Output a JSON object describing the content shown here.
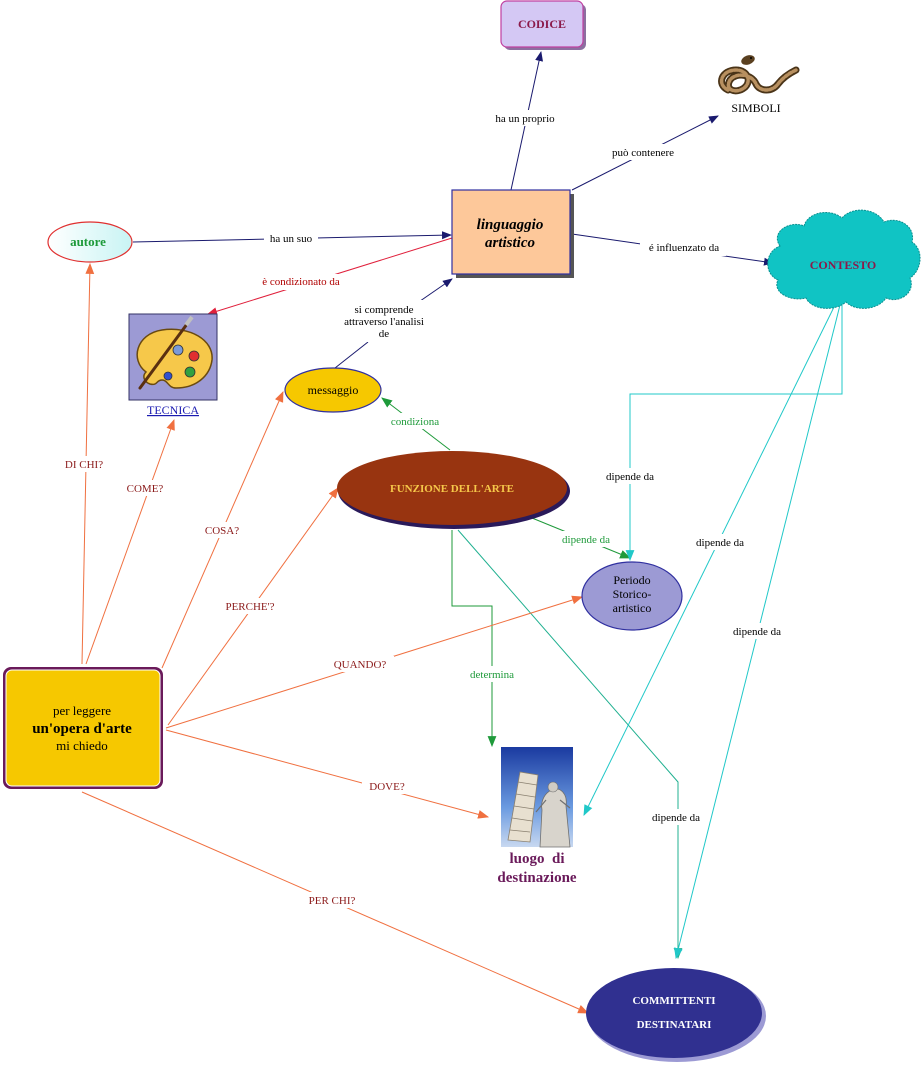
{
  "nodes": {
    "codice": "CODICE",
    "simboli": "SIMBOLI",
    "autore": "autore",
    "linguaggio_line1": "linguaggio",
    "linguaggio_line2": "artistico",
    "contesto": "CONTESTO",
    "tecnica": "TECNICA",
    "messaggio": "messaggio",
    "funzione": "FUNZIONE DELL'ARTE",
    "periodo_line1": "Periodo",
    "periodo_line2": "Storico-",
    "periodo_line3": "artistico",
    "main_line1": "per leggere",
    "main_line2": "un'opera d'arte",
    "main_line3": "mi chiedo",
    "luogo_line1": "luogo  di",
    "luogo_line2": "destinazione",
    "committenti_line1": "COMMITTENTI",
    "committenti_line2": "DESTINATARI"
  },
  "links": {
    "ha_un_proprio": "ha un proprio",
    "puo_contenere": "può contenere",
    "ha_un_suo": "ha un suo",
    "condizionato": "è condizionato da",
    "influenzato": "é influenzato da",
    "comprende_1": "si comprende",
    "comprende_2": "attraverso l'analisi",
    "comprende_3": "de",
    "condiziona": "condiziona",
    "dipende_da_funz_periodo": "dipende da",
    "dipende_da_contesto_periodo": "dipende da",
    "dipende_da_contesto_luogo": "dipende da",
    "dipende_da_contesto_comm": "dipende da",
    "dipende_da_funz_comm": "dipende da",
    "determina": "determina",
    "di_chi": "DI CHI?",
    "come": "COME?",
    "cosa": "COSA?",
    "perche": "PERCHE'?",
    "quando": "QUANDO?",
    "dove": "DOVE?",
    "per_chi": "PER CHI?"
  },
  "colors": {
    "question_arrow": "#f07040",
    "question_text": "#8b1a1a",
    "navy_arrow": "#1a1a6e",
    "red_arrow": "#e0203c",
    "green_arrow": "#1e9a3a",
    "cyan_arrow": "#20c8c8",
    "teal_arrow": "#20b090"
  },
  "icons": {
    "tecnica": "palette-icon",
    "simboli": "snake-icon",
    "luogo": "leaning-tower-icon"
  }
}
